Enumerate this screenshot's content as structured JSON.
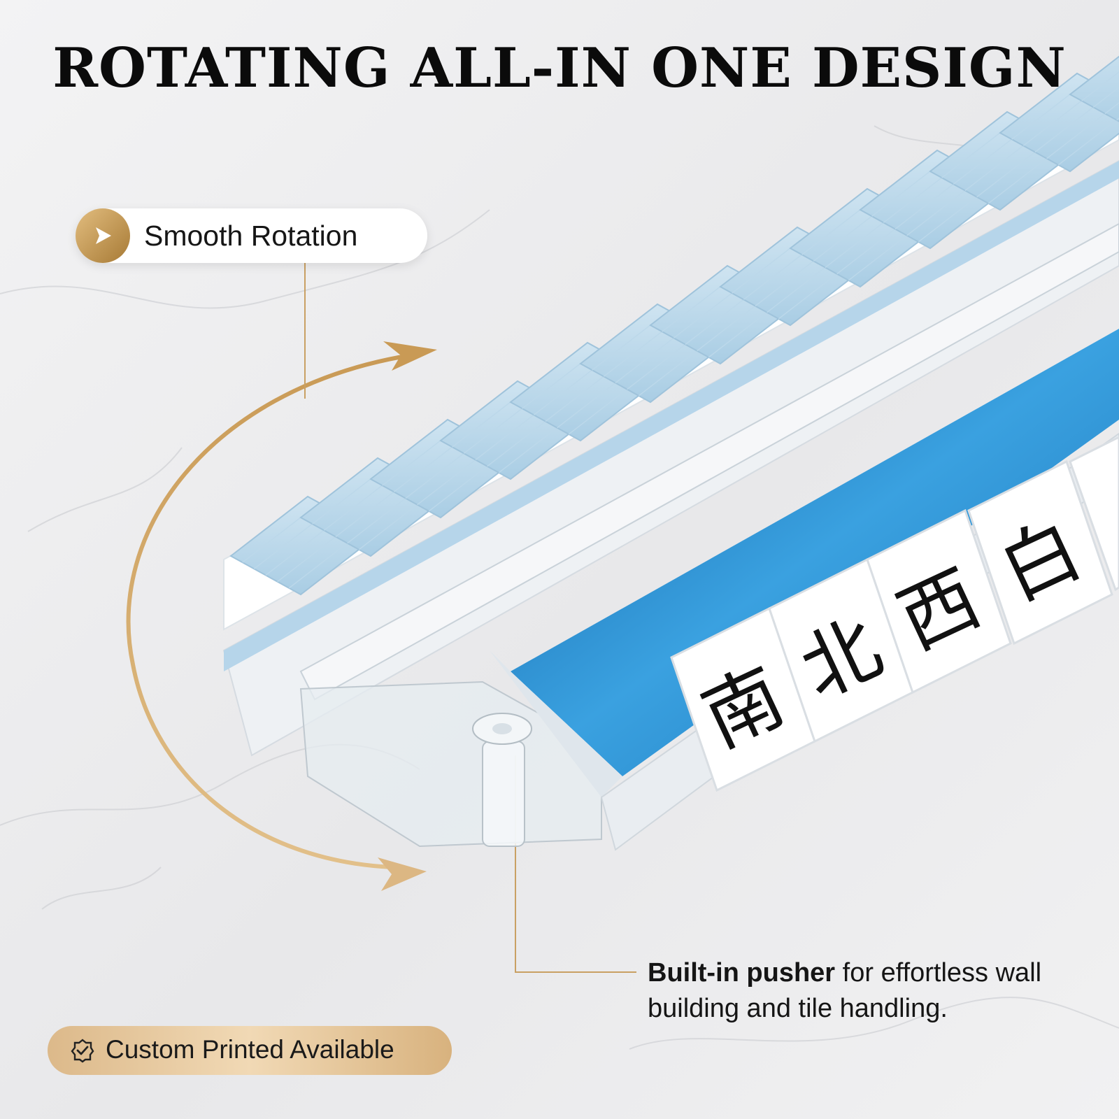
{
  "headline": "ROTATING ALL-IN ONE DESIGN",
  "callout_rotation": {
    "label": "Smooth Rotation",
    "icon": "play-arrow-icon"
  },
  "callout_pusher": {
    "bold": "Built-in pusher",
    "rest": " for effortless wall building and tile handling."
  },
  "badge_custom": {
    "label": "Custom Printed Available",
    "icon": "shield-check-icon"
  },
  "tile_characters": [
    "南",
    "北",
    "西",
    "白"
  ],
  "colors": {
    "gold": "#c9a063",
    "tile_blue": "#b7d6ea",
    "tile_white": "#f5f6f8",
    "tray_blue": "#1d7ec4",
    "text_dark": "#111111"
  }
}
